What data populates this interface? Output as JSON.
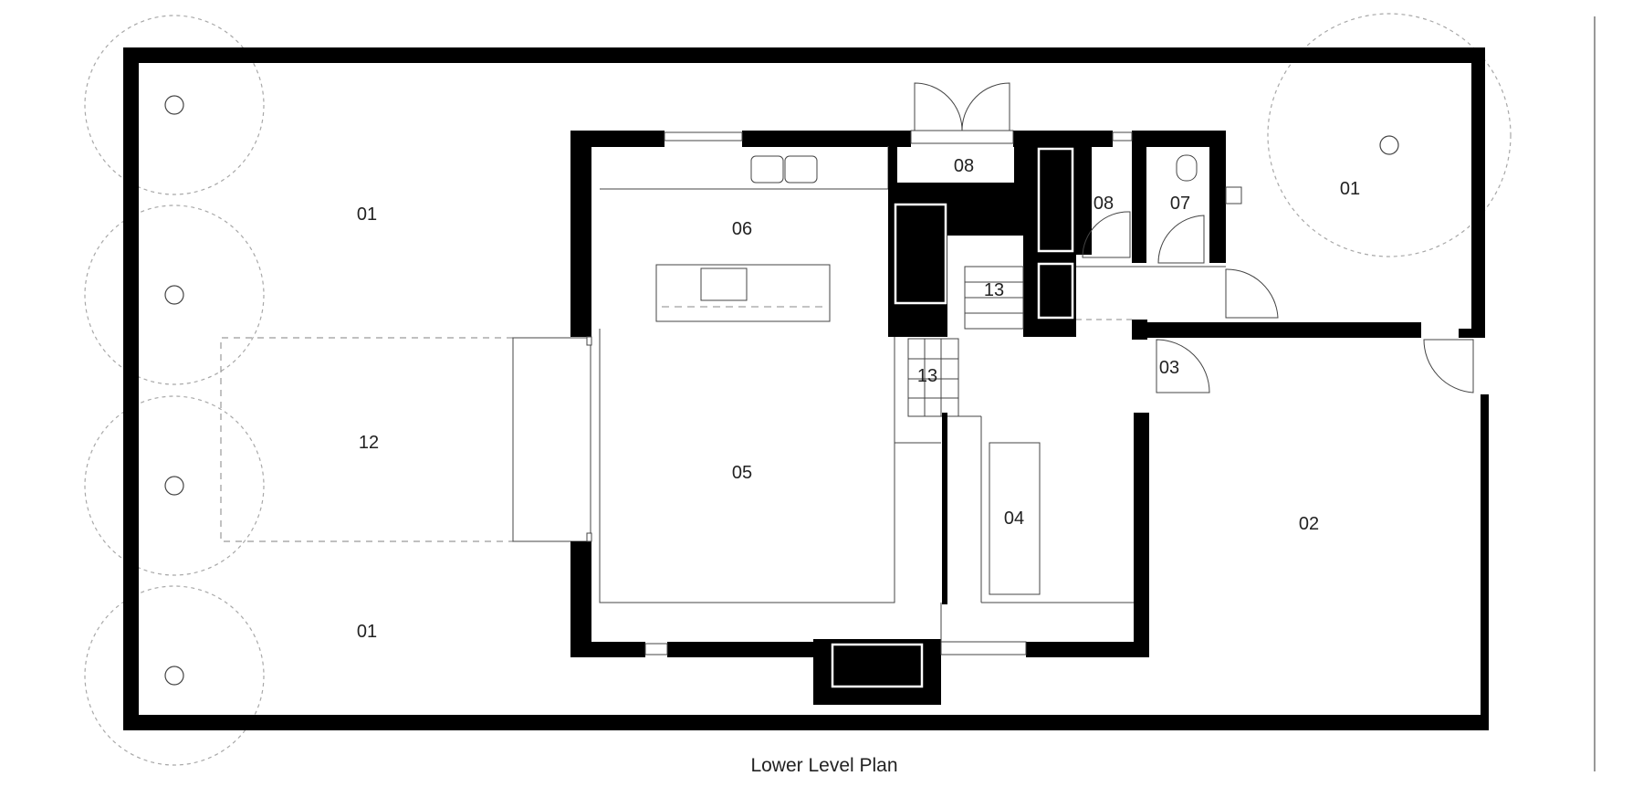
{
  "caption": "Lower Level Plan",
  "rooms": {
    "r01_upper_left": "01",
    "r01_lower_left": "01",
    "r01_right": "01",
    "r12": "12",
    "r06": "06",
    "r05": "05",
    "r08_top": "08",
    "r08_mid": "08",
    "r07": "07",
    "r13_upper": "13",
    "r13_lower": "13",
    "r03": "03",
    "r04": "04",
    "r02": "02"
  }
}
